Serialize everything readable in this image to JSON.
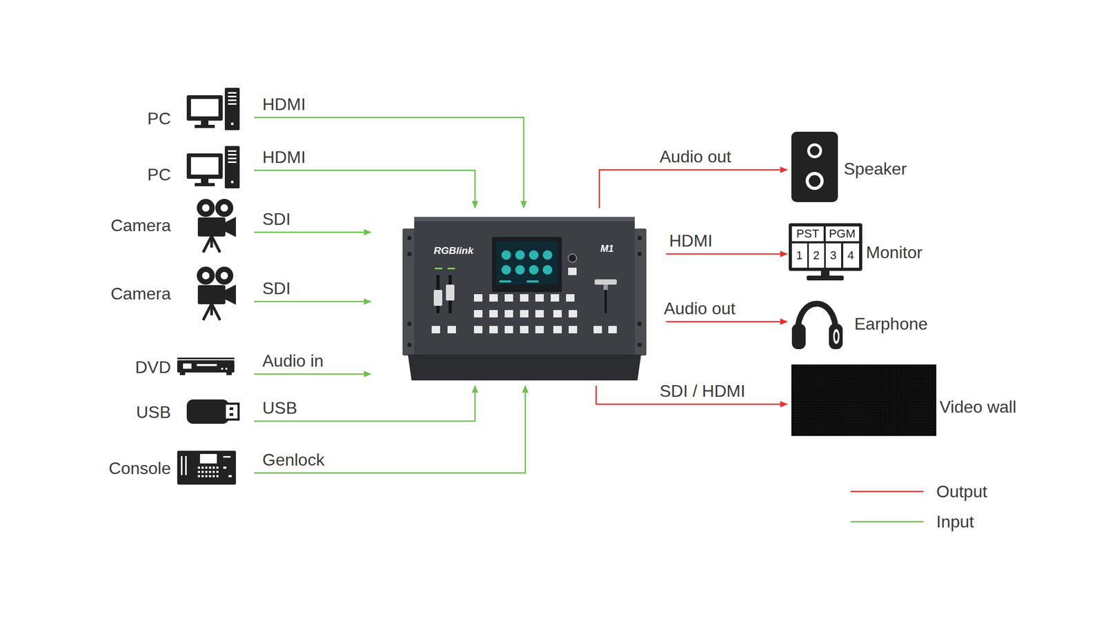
{
  "diagram": {
    "nodes": [
      {
        "text": [
          "PC"
        ]
      },
      {
        "text": [
          "PC"
        ]
      },
      {
        "text": [
          "Camera"
        ]
      },
      {
        "text": [
          "Camera"
        ]
      },
      {
        "text": [
          "DVD"
        ]
      },
      {
        "text": [
          "USB"
        ]
      },
      {
        "text": [
          "Console"
        ]
      },
      {
        "text": [
          "RGBlink",
          "M1"
        ]
      },
      {
        "text": [
          "Speaker"
        ]
      },
      {
        "text": [
          "Monitor",
          "PST",
          "PGM",
          "1",
          "2",
          "3",
          "4"
        ]
      },
      {
        "text": [
          "Earphone"
        ]
      },
      {
        "text": [
          "Video wall"
        ]
      }
    ],
    "edges": [
      {
        "from": 0,
        "to": 7,
        "label": "HDMI",
        "arrow": "to"
      },
      {
        "from": 1,
        "to": 7,
        "label": "HDMI",
        "arrow": "to"
      },
      {
        "from": 2,
        "to": 7,
        "label": "SDI",
        "arrow": "to"
      },
      {
        "from": 3,
        "to": 7,
        "label": "SDI",
        "arrow": "to"
      },
      {
        "from": 4,
        "to": 7,
        "label": "Audio in",
        "arrow": "to"
      },
      {
        "from": 5,
        "to": 7,
        "label": "USB",
        "arrow": "to"
      },
      {
        "from": 6,
        "to": 7,
        "label": "Genlock",
        "arrow": "to"
      },
      {
        "from": 7,
        "to": 8,
        "label": "Audio out",
        "arrow": "to"
      },
      {
        "from": 7,
        "to": 9,
        "label": "HDMI",
        "arrow": "to"
      },
      {
        "from": 7,
        "to": 10,
        "label": "Audio out",
        "arrow": "to"
      },
      {
        "from": 7,
        "to": 11,
        "label": "SDI / HDMI",
        "arrow": "to"
      }
    ],
    "legend": [
      {
        "text": "Output"
      },
      {
        "text": "Input"
      }
    ]
  }
}
